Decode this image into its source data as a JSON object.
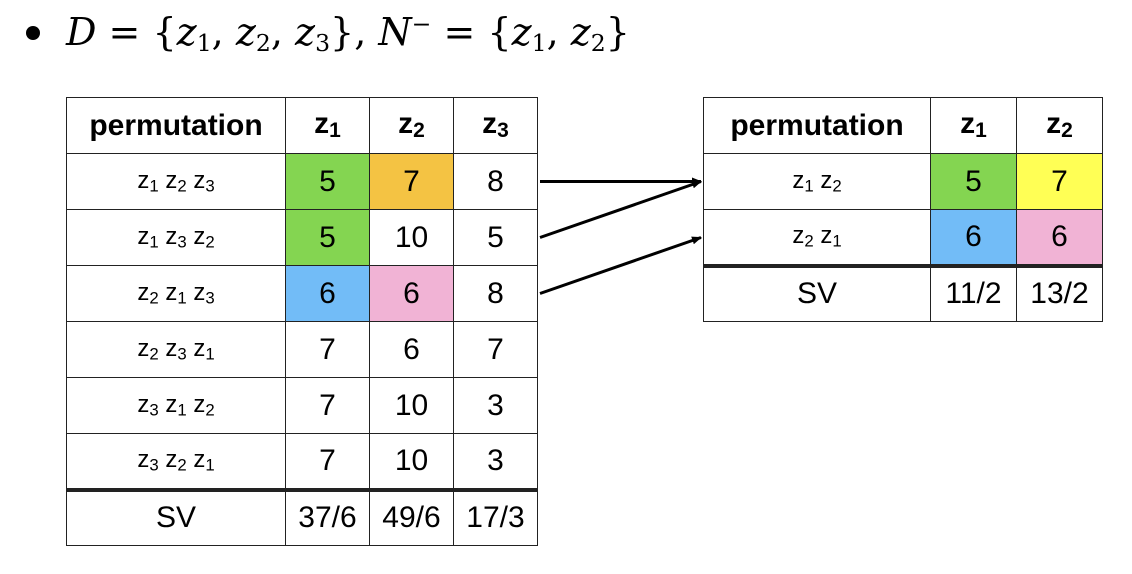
{
  "heading": {
    "bullet": "•",
    "D_label": "D",
    "eq": " = ",
    "D_set": [
      "z",
      "z",
      "z"
    ],
    "D_subs": [
      "1",
      "2",
      "3"
    ],
    "N_label": "N",
    "N_sup": "−",
    "N_set": [
      "z",
      "z"
    ],
    "N_subs": [
      "1",
      "2"
    ]
  },
  "colors": {
    "green": "#84d551",
    "orange": "#f4c343",
    "blue": "#72bcf7",
    "pink": "#f1b3d5",
    "yellow": "#ffff55",
    "line": "#000000"
  },
  "left_table": {
    "header": {
      "perm": "permutation",
      "cols": [
        {
          "base": "z",
          "sub": "1"
        },
        {
          "base": "z",
          "sub": "2"
        },
        {
          "base": "z",
          "sub": "3"
        }
      ]
    },
    "rows": [
      {
        "perm": [
          {
            "base": "z",
            "sub": "1"
          },
          {
            "base": "z",
            "sub": "2"
          },
          {
            "base": "z",
            "sub": "3"
          }
        ],
        "values": [
          "5",
          "7",
          "8"
        ],
        "highlight": [
          "green",
          "orange",
          null
        ]
      },
      {
        "perm": [
          {
            "base": "z",
            "sub": "1"
          },
          {
            "base": "z",
            "sub": "3"
          },
          {
            "base": "z",
            "sub": "2"
          }
        ],
        "values": [
          "5",
          "10",
          "5"
        ],
        "highlight": [
          "green",
          null,
          null
        ]
      },
      {
        "perm": [
          {
            "base": "z",
            "sub": "2"
          },
          {
            "base": "z",
            "sub": "1"
          },
          {
            "base": "z",
            "sub": "3"
          }
        ],
        "values": [
          "6",
          "6",
          "8"
        ],
        "highlight": [
          "blue",
          "pink",
          null
        ]
      },
      {
        "perm": [
          {
            "base": "z",
            "sub": "2"
          },
          {
            "base": "z",
            "sub": "3"
          },
          {
            "base": "z",
            "sub": "1"
          }
        ],
        "values": [
          "7",
          "6",
          "7"
        ],
        "highlight": [
          null,
          null,
          null
        ]
      },
      {
        "perm": [
          {
            "base": "z",
            "sub": "3"
          },
          {
            "base": "z",
            "sub": "1"
          },
          {
            "base": "z",
            "sub": "2"
          }
        ],
        "values": [
          "7",
          "10",
          "3"
        ],
        "highlight": [
          null,
          null,
          null
        ]
      },
      {
        "perm": [
          {
            "base": "z",
            "sub": "3"
          },
          {
            "base": "z",
            "sub": "2"
          },
          {
            "base": "z",
            "sub": "1"
          }
        ],
        "values": [
          "7",
          "10",
          "3"
        ],
        "highlight": [
          null,
          null,
          null
        ]
      }
    ],
    "sv": {
      "label": "SV",
      "values": [
        "37/6",
        "49/6",
        "17/3"
      ]
    }
  },
  "right_table": {
    "header": {
      "perm": "permutation",
      "cols": [
        {
          "base": "z",
          "sub": "1"
        },
        {
          "base": "z",
          "sub": "2"
        }
      ]
    },
    "rows": [
      {
        "perm": [
          {
            "base": "z",
            "sub": "1"
          },
          {
            "base": "z",
            "sub": "2"
          }
        ],
        "values": [
          "5",
          "7"
        ],
        "highlight": [
          "green",
          "yellow"
        ]
      },
      {
        "perm": [
          {
            "base": "z",
            "sub": "2"
          },
          {
            "base": "z",
            "sub": "1"
          }
        ],
        "values": [
          "6",
          "6"
        ],
        "highlight": [
          "blue",
          "pink"
        ]
      }
    ],
    "sv": {
      "label": "SV",
      "values": [
        "11/2",
        "13/2"
      ]
    }
  },
  "arrows": [
    {
      "from_left_row": 1,
      "to_right_row": 1
    },
    {
      "from_left_row": 2,
      "to_right_row": 1
    },
    {
      "from_left_row": 3,
      "to_right_row": 2
    }
  ]
}
